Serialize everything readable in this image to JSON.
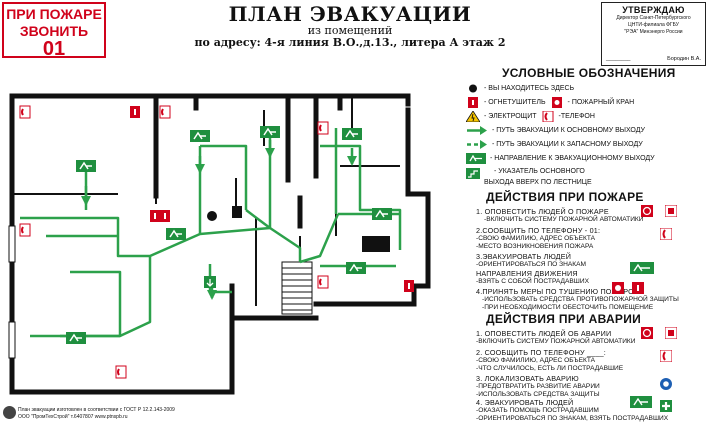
{
  "fire_call": {
    "line1": "ПРИ ПОЖАРЕ",
    "line2": "ЗВОНИТЬ",
    "number": "01"
  },
  "header": {
    "title": "ПЛАН ЭВАКУАЦИИ",
    "subtitle": "из помещений",
    "address": "по адресу: 4-я линия В.О.,д.13., литера А этаж 2"
  },
  "approval": {
    "heading": "УТВЕРЖДАЮ",
    "line1": "Директор Санкт-Петербургского",
    "line2": "ЦНТИ-филиала ФГБУ",
    "line3": "\"РЭА\" Минэнерго России",
    "signature": "Бородин В.А."
  },
  "legend": {
    "title": "УСЛОВНЫЕ ОБОЗНАЧЕНИЯ",
    "you_are_here": "- ВЫ НАХОДИТЕСЬ ЗДЕСЬ",
    "extinguisher": "- ОГНЕТУШИТЕЛЬ",
    "hydrant": "- ПОЖАРНЫЙ КРАН",
    "electrical": "- ЭЛЕКТРОЩИТ",
    "phone": "-ТЕЛЕФОН",
    "main_route": "- ПУТЬ ЭВАКУАЦИИ К ОСНОВНОМУ ВЫХОДУ",
    "spare_route": "- ПУТЬ ЭВАКУАЦИИ К ЗАПАСНОМУ ВЫХОДУ",
    "exit_direction": "- НАПРАВЛЕНИЕ К ЭВАКУАЦИОННОМУ ВЫХОДУ",
    "stairs_up_1": "- УКАЗАТЕЛЬ ОСНОВНОГО",
    "stairs_up_2": "ВЫХОДА ВВЕРХ ПО ЛЕСТНИЦЕ"
  },
  "fire_actions": {
    "title": "ДЕЙСТВИЯ ПРИ ПОЖАРЕ",
    "s1_h": "1. ОПОВЕСТИТЬ ЛЮДЕЙ О ПОЖАРЕ",
    "s1_a": "-ВКЛЮЧИТЬ СИСТЕМУ ПОЖАРНОЙ АВТОМАТИКИ",
    "s2_h": "2.СООБЩИТЬ ПО ТЕЛЕФОНУ - 01:",
    "s2_a": "-СВОЮ ФАМИЛИЮ, АДРЕС ОБЪЕКТА",
    "s2_b": "-МЕСТО ВОЗНИКНОВЕНИЯ ПОЖАРА",
    "s3_h": "3.ЭВАКУИРОВАТЬ ЛЮДЕЙ",
    "s3_a": "-ОРИЕНТИРОВАТЬСЯ ПО ЗНАКАМ",
    "s3_b": "НАПРАВЛЕНИЯ ДВИЖЕНИЯ",
    "s3_c": "-ВЗЯТЬ С СОБОЙ ПОСТРАДАВШИХ",
    "s4_h": "4.ПРИНЯТЬ МЕРЫ ПО ТУШЕНИЮ ПОЖАРОВ",
    "s4_a": "-ИСПОЛЬЗОВАТЬ СРЕДСТВА ПРОТИВОПОЖАРНОЙ ЗАЩИТЫ",
    "s4_b": "-ПРИ НЕОБХОДИМОСТИ ОБЕСТОЧИТЬ ПОМЕЩЕНИЕ"
  },
  "accident_actions": {
    "title": "ДЕЙСТВИЯ ПРИ АВАРИИ",
    "s1_h": "1. ОПОВЕСТИТЬ ЛЮДЕЙ ОБ АВАРИИ",
    "s1_a": "-ВКЛЮЧИТЬ СИСТЕМУ ПОЖАРНОЙ АВТОМАТИКИ",
    "s2_h": "2. СООБЩИТЬ ПО ТЕЛЕФОНУ ____:",
    "s2_a": "-СВОЮ ФАМИЛИЮ, АДРЕС ОБЪЕКТА",
    "s2_b": "-ЧТО СЛУЧИЛОСЬ, ЕСТЬ ЛИ ПОСТРАДАВШИЕ",
    "s3_h": "3. ЛОКАЛИЗОВАТЬ АВАРИЮ",
    "s3_a": "-ПРЕДОТВРАТИТЬ РАЗВИТИЕ АВАРИИ",
    "s3_b": "-ИСПОЛЬЗОВАТЬ СРЕДСТВА ЗАЩИТЫ",
    "s4_h": "4. ЭВАКУИРОВАТЬ ЛЮДЕЙ",
    "s4_a": "-ОКАЗАТЬ ПОМОЩЬ ПОСТРАДАВШИМ",
    "s4_b": "-ОРИЕНТИРОВАТЬСЯ ПО ЗНАКАМ, ВЗЯТЬ ПОСТРАДАВШИХ"
  },
  "footer": {
    "line1": "План эвакуации изготовлен в соответствии с ГОСТ Р 12.2.143-2009",
    "line2": "ООО \"ПромТехСтрой\" т.6407807  www.ptnspb.ru"
  },
  "colors": {
    "route": "#2ca14b",
    "sign_green": "#1f8f3f",
    "fire_red": "#d0021b",
    "wall": "#111111"
  }
}
